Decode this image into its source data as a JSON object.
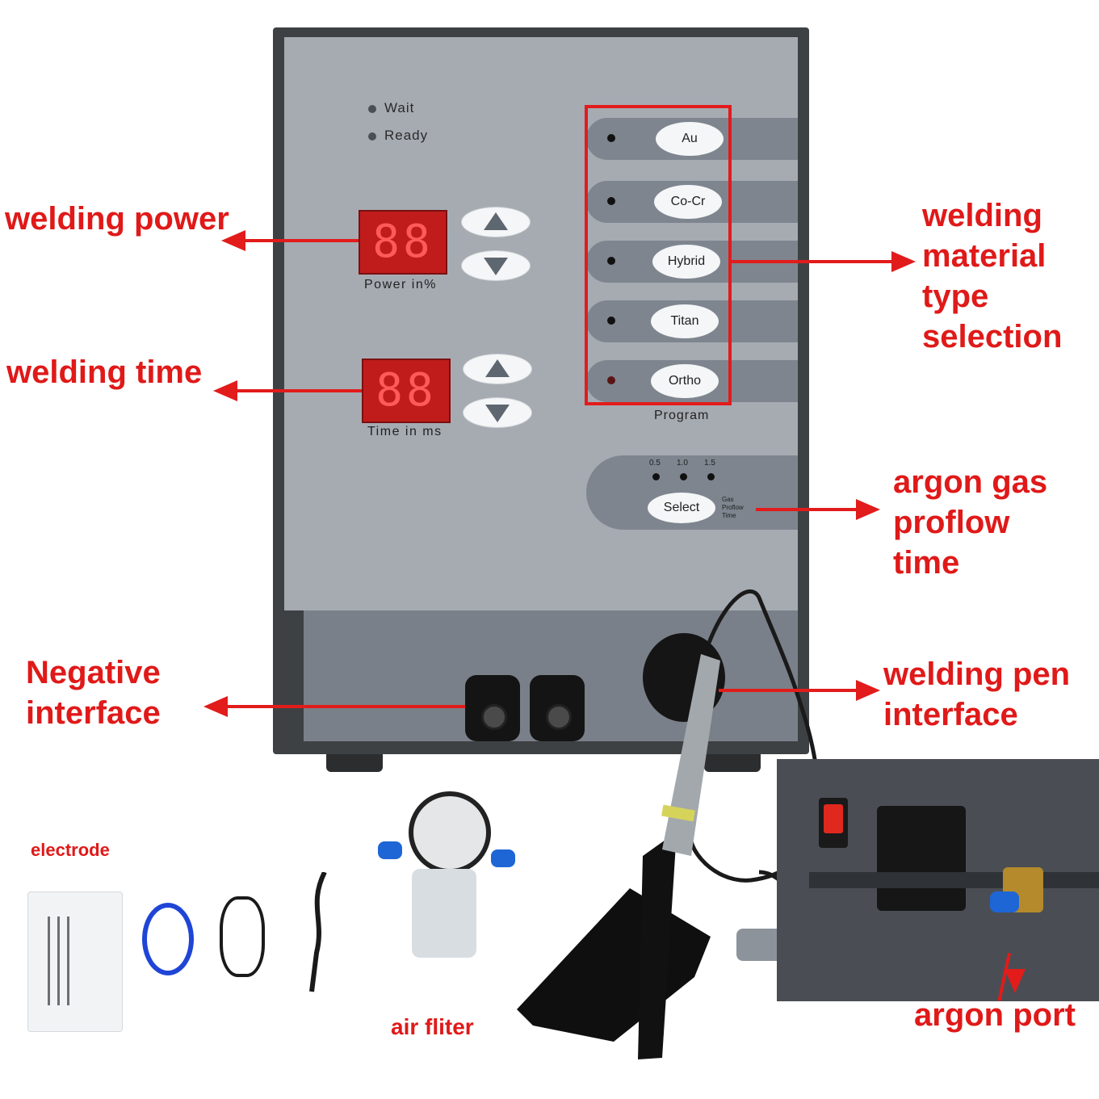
{
  "panel": {
    "status": {
      "wait_label": "Wait",
      "ready_label": "Ready"
    },
    "power": {
      "display_value": "88",
      "label": "Power  in%"
    },
    "time": {
      "display_value": "88",
      "label": "Time  in  ms"
    },
    "program": {
      "buttons": [
        "Au",
        "Co-Cr",
        "Hybrid",
        "Titan",
        "Ortho"
      ],
      "label": "Program"
    },
    "gas": {
      "levels": [
        "0.5",
        "1.0",
        "1.5"
      ],
      "select_label": "Select",
      "caption_lines": [
        "Gas",
        "Proflow",
        "Time"
      ]
    }
  },
  "callouts": {
    "welding_power": "welding power",
    "welding_time": "welding time",
    "material": [
      "welding",
      "material",
      "type",
      "selection"
    ],
    "argon_gas": [
      "argon gas",
      "proflow",
      "time"
    ],
    "negative": [
      "Negative",
      "interface"
    ],
    "pen": [
      "welding pen",
      "interface"
    ],
    "electrode": "electrode",
    "air_filter": "air fliter",
    "argon_port": "argon port"
  },
  "colors": {
    "callout_red": "#e01919",
    "panel_grey": "#a6abb2",
    "display_red": "#c01c1c"
  }
}
